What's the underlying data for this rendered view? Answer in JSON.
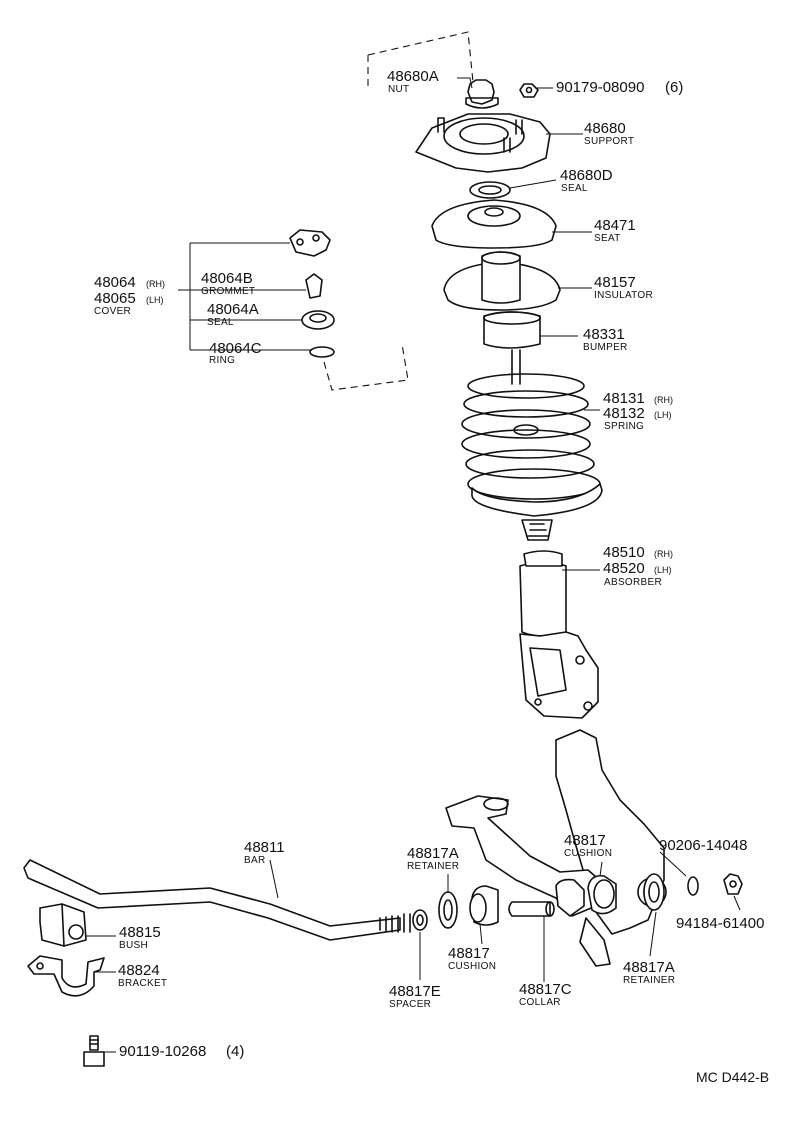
{
  "diagram": {
    "reference_code": "MC D442-B",
    "callouts": [
      {
        "id": "nut",
        "number": "48680A",
        "name": "NUT"
      },
      {
        "id": "bolt90179",
        "number": "90179-08090",
        "qty": "(6)",
        "name": ""
      },
      {
        "id": "support",
        "number": "48680",
        "name": "SUPPORT"
      },
      {
        "id": "seal-d",
        "number": "48680D",
        "name": "SEAL"
      },
      {
        "id": "seat",
        "number": "48471",
        "name": "SEAT"
      },
      {
        "id": "insulator",
        "number": "48157",
        "name": "INSULATOR"
      },
      {
        "id": "bumper",
        "number": "48331",
        "name": "BUMPER"
      },
      {
        "id": "spring",
        "number": "48131",
        "suffix": "(RH)",
        "number2": "48132",
        "suffix2": "(LH)",
        "name": "SPRING"
      },
      {
        "id": "absorber",
        "number": "48510",
        "suffix": "(RH)",
        "number2": "48520",
        "suffix2": "(LH)",
        "name": "ABSORBER"
      },
      {
        "id": "cover",
        "number": "48064",
        "suffix": "(RH)",
        "number2": "48065",
        "suffix2": "(LH)",
        "name": "COVER"
      },
      {
        "id": "grommet",
        "number": "48064B",
        "name": "GROMMET"
      },
      {
        "id": "seal-a",
        "number": "48064A",
        "name": "SEAL"
      },
      {
        "id": "ring",
        "number": "48064C",
        "name": "RING"
      },
      {
        "id": "bar",
        "number": "48811",
        "name": "BAR"
      },
      {
        "id": "bush",
        "number": "48815",
        "name": "BUSH"
      },
      {
        "id": "bracket",
        "number": "48824",
        "name": "BRACKET"
      },
      {
        "id": "bolt90119",
        "number": "90119-10268",
        "qty": "(4)",
        "name": ""
      },
      {
        "id": "spacer",
        "number": "48817E",
        "name": "SPACER"
      },
      {
        "id": "retainer-left",
        "number": "48817A",
        "name": "RETAINER"
      },
      {
        "id": "cushion-lower",
        "number": "48817",
        "name": "CUSHION"
      },
      {
        "id": "collar",
        "number": "48817C",
        "name": "COLLAR"
      },
      {
        "id": "cushion-upper",
        "number": "48817",
        "name": "CUSHION"
      },
      {
        "id": "retainer-right",
        "number": "48817A",
        "name": "RETAINER"
      },
      {
        "id": "nut90206",
        "number": "90206-14048",
        "name": ""
      },
      {
        "id": "nut94184",
        "number": "94184-61400",
        "name": ""
      }
    ]
  }
}
